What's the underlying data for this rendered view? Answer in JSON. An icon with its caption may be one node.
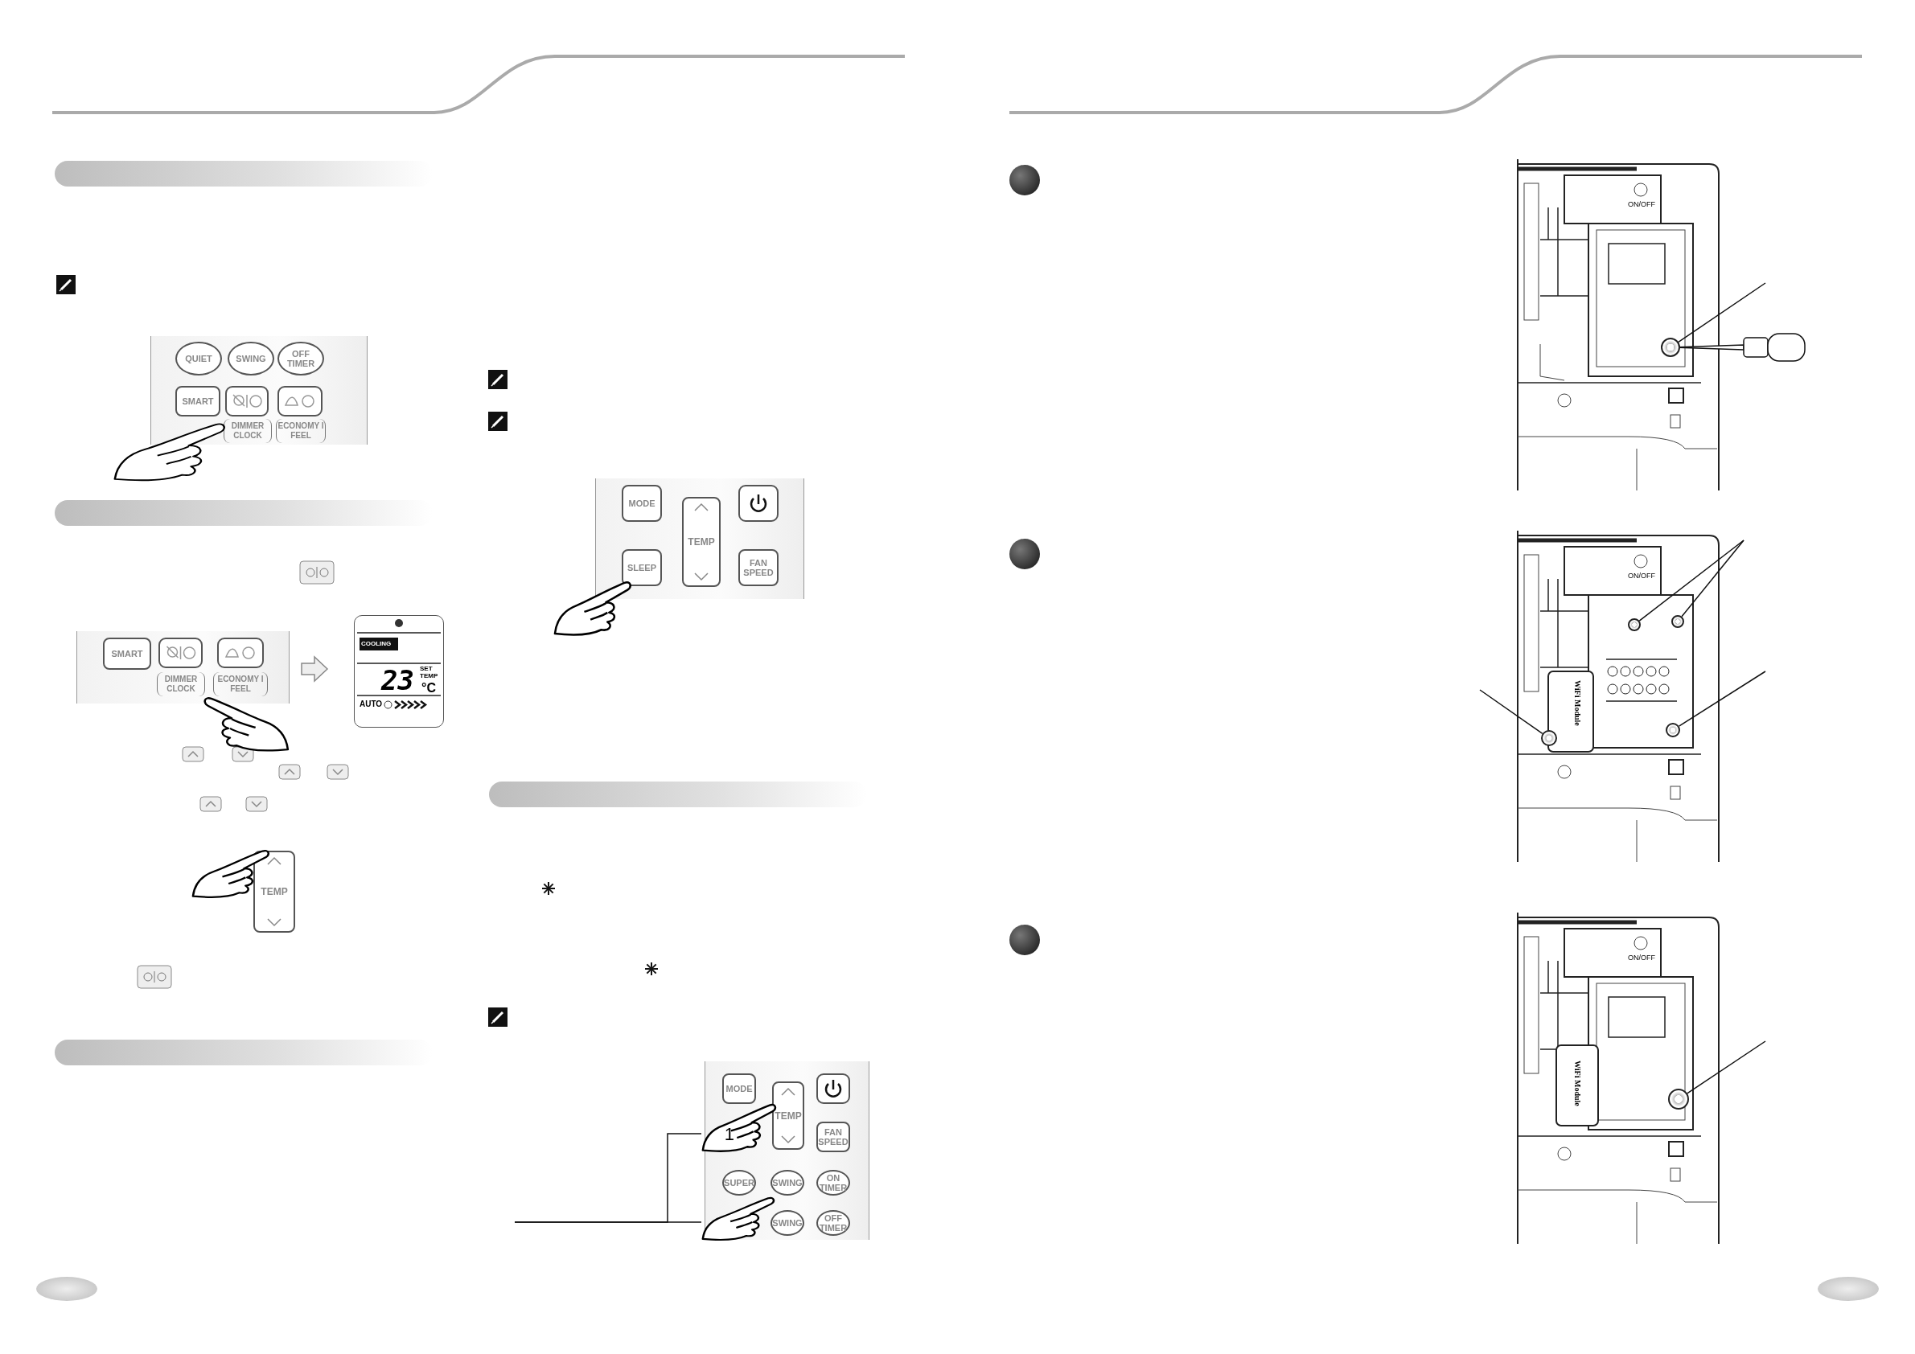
{
  "diagram": {
    "nodes": [
      {
        "text": [],
        "shape": "bar"
      },
      {
        "text": [],
        "shape": "bar"
      },
      {
        "text": [],
        "shape": "bar"
      },
      {
        "text": [],
        "shape": "bar"
      },
      {
        "text": [
          "1"
        ]
      },
      {
        "text": [],
        "shape": "picture"
      },
      {
        "text": [],
        "shape": "circle"
      },
      {
        "text": [],
        "shape": "circle"
      },
      {
        "text": [],
        "shape": "circle"
      },
      {
        "text": [],
        "shape": "circle"
      },
      {
        "text": [],
        "shape": "circle"
      },
      {
        "text": [],
        "shape": "circle"
      }
    ],
    "edges": [
      {
        "from": null,
        "to": 4,
        "arrow": "none"
      },
      {
        "from": null,
        "to": 5,
        "arrow": "none"
      },
      {
        "from": null,
        "to": 6,
        "arrow": "none"
      },
      {
        "from": null,
        "to": 7,
        "arrow": "none"
      },
      {
        "from": null,
        "to": 8,
        "arrow": "none"
      },
      {
        "from": null,
        "to": 9,
        "arrow": "none"
      },
      {
        "from": null,
        "to": 10,
        "arrow": "none"
      },
      {
        "from": null,
        "to": 11,
        "arrow": "none"
      }
    ],
    "labels": [
      "QUIET",
      "SWING",
      "OFF TIMER",
      "SMART",
      "DIMMER CLOCK",
      "ECONOMY I FEEL",
      "SMART",
      "DIMMER CLOCK",
      "ECONOMY I FEEL",
      "COOLING",
      "23",
      "SET TEMP",
      "°C",
      "AUTO",
      "TEMP",
      "MODE",
      "TEMP",
      "SLEEP",
      "FAN SPEED",
      "MODE",
      "TEMP",
      "FAN SPEED",
      "SUPER",
      "SWING",
      "ON TIMER",
      "SWING",
      "OFF TIMER",
      "ON/OFF",
      "ON/OFF",
      "WiFi Module",
      "ON/OFF",
      "WiFi Module"
    ]
  }
}
